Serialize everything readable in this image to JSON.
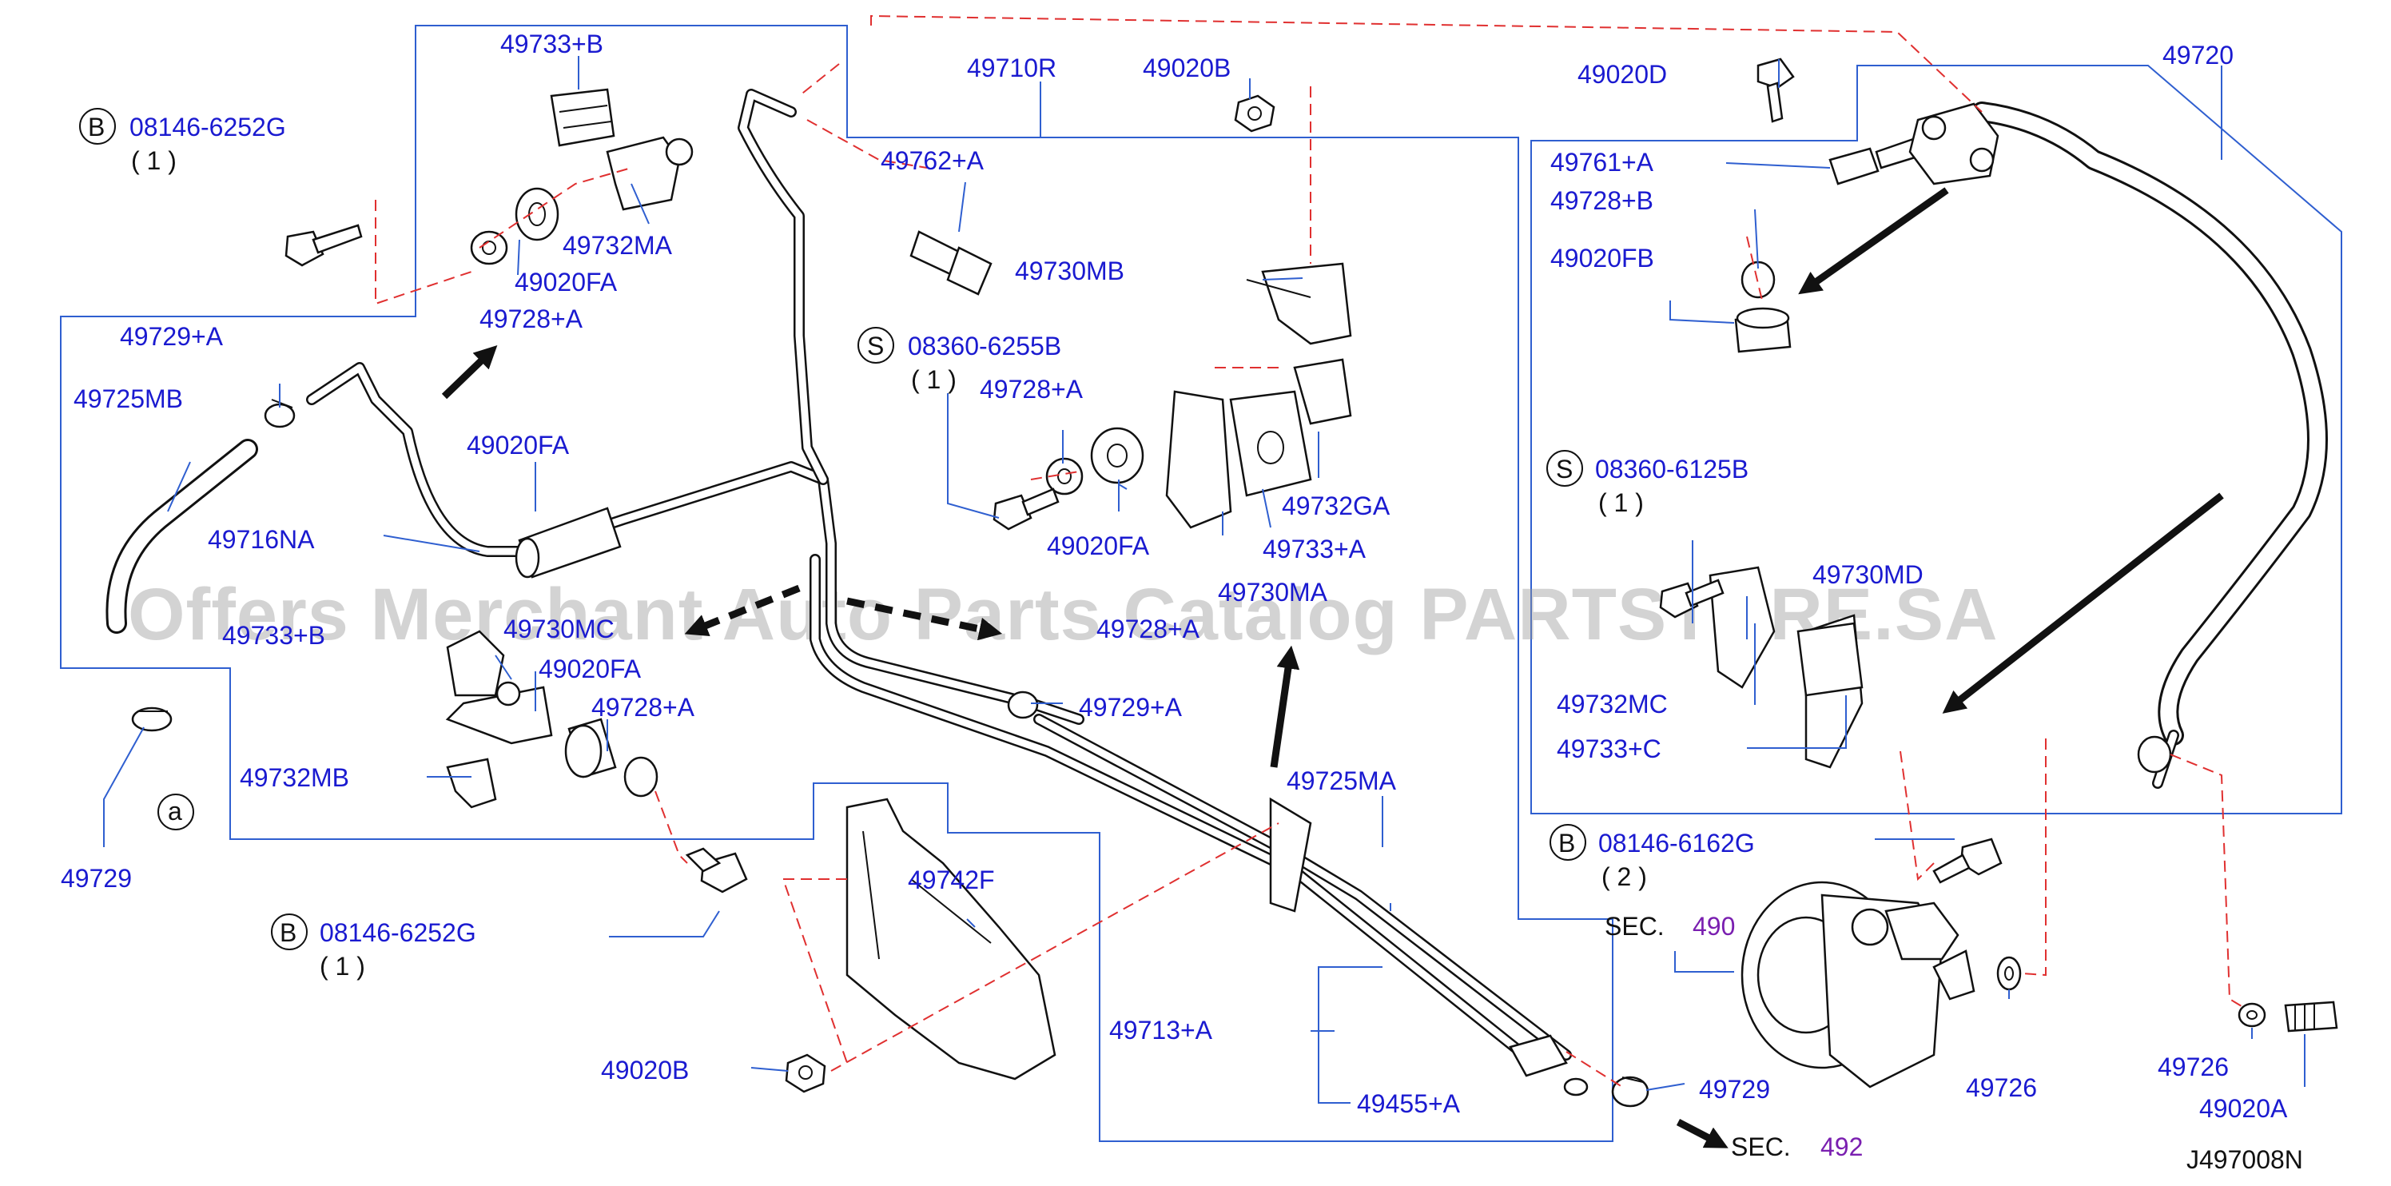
{
  "watermark": "Offers Merchant Auto Parts Catalog PARTSTORE.SA",
  "diagram_code": "J497008N",
  "callouts": {
    "b_left_top": {
      "letter": "B",
      "part": "08146-6252G",
      "qty": "( 1 )"
    },
    "b_left_bottom": {
      "letter": "B",
      "part": "08146-6252G",
      "qty": "( 1 )"
    },
    "s_middle": {
      "letter": "S",
      "part": "08360-6255B",
      "qty": "( 1 )"
    },
    "s_right": {
      "letter": "S",
      "part": "08360-6125B",
      "qty": "( 1 )"
    },
    "b_right": {
      "letter": "B",
      "part": "08146-6162G",
      "qty": "( 2 )"
    }
  },
  "ref_a": "a",
  "labels": {
    "p49733B_top": "49733+B",
    "p49710R": "49710R",
    "p49020B_top": "49020B",
    "p49020D": "49020D",
    "p49720": "49720",
    "p49762A": "49762+A",
    "p49761A": "49761+A",
    "p49728B": "49728+B",
    "p49732MA": "49732MA",
    "p49020FA_top": "49020FA",
    "p49728A_top": "49728+A",
    "p49730MB": "49730MB",
    "p49020FB": "49020FB",
    "p49729A_left": "49729+A",
    "p49725MB": "49725MB",
    "p49728A_mid": "49728+A",
    "p49020FA_left": "49020FA",
    "p49716NA": "49716NA",
    "p49732GA": "49732GA",
    "p49020FA_mid": "49020FA",
    "p49733A": "49733+A",
    "p49730MA": "49730MA",
    "p49730MD": "49730MD",
    "p49733B_mid": "49733+B",
    "p49730MC": "49730MC",
    "p49728A_right": "49728+A",
    "p49020FA_low": "49020FA",
    "p49728A_low": "49728+A",
    "p49729A_mid": "49729+A",
    "p49732MC": "49732MC",
    "p49733C": "49733+C",
    "p49732MB": "49732MB",
    "p49725MA": "49725MA",
    "p49729_left": "49729",
    "p49742F": "49742F",
    "p49713A": "49713+A",
    "p49020B_bottom": "49020B",
    "p49455A": "49455+A",
    "p49729_bottom": "49729",
    "p49726_mid": "49726",
    "p49726_right": "49726",
    "p49020A": "49020A"
  },
  "sections": {
    "sec490": {
      "prefix": "SEC.",
      "number": "490"
    },
    "sec492": {
      "prefix": "SEC.",
      "number": "492"
    }
  }
}
